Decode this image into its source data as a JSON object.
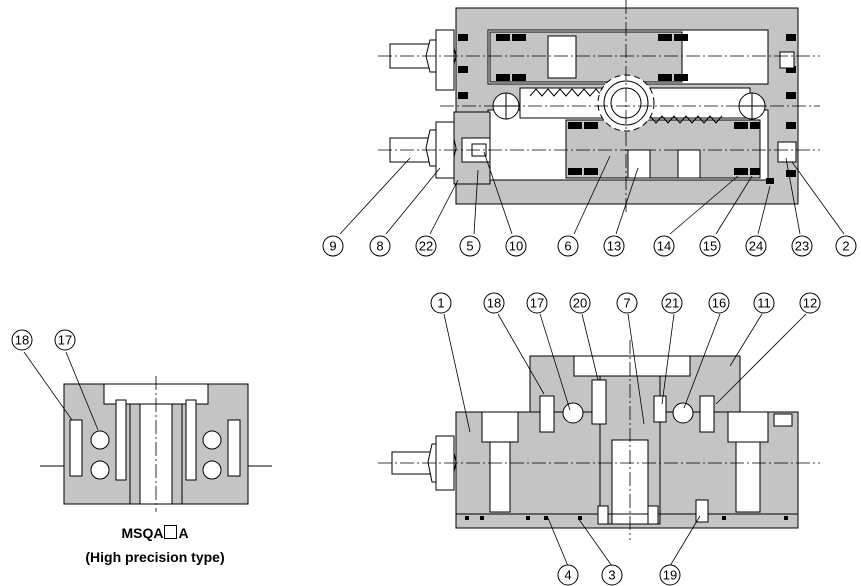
{
  "callouts": {
    "c9": "9",
    "c8": "8",
    "c22": "22",
    "c5": "5",
    "c10": "10",
    "c6": "6",
    "c13": "13",
    "c14": "14",
    "c15": "15",
    "c24": "24",
    "c23": "23",
    "c2": "2",
    "c1": "1",
    "c18": "18",
    "c17": "17",
    "c20": "20",
    "c7": "7",
    "c21": "21",
    "c16": "16",
    "c11": "11",
    "c12": "12",
    "c4": "4",
    "c3": "3",
    "c19": "19",
    "l18": "18",
    "l17": "17"
  },
  "caption": {
    "model_prefix": "MSQA",
    "model_suffix": "A",
    "note": "(High precision type)"
  },
  "colors": {
    "body_fill": "#c4c4c4",
    "line": "#000000",
    "background": "#ffffff"
  }
}
